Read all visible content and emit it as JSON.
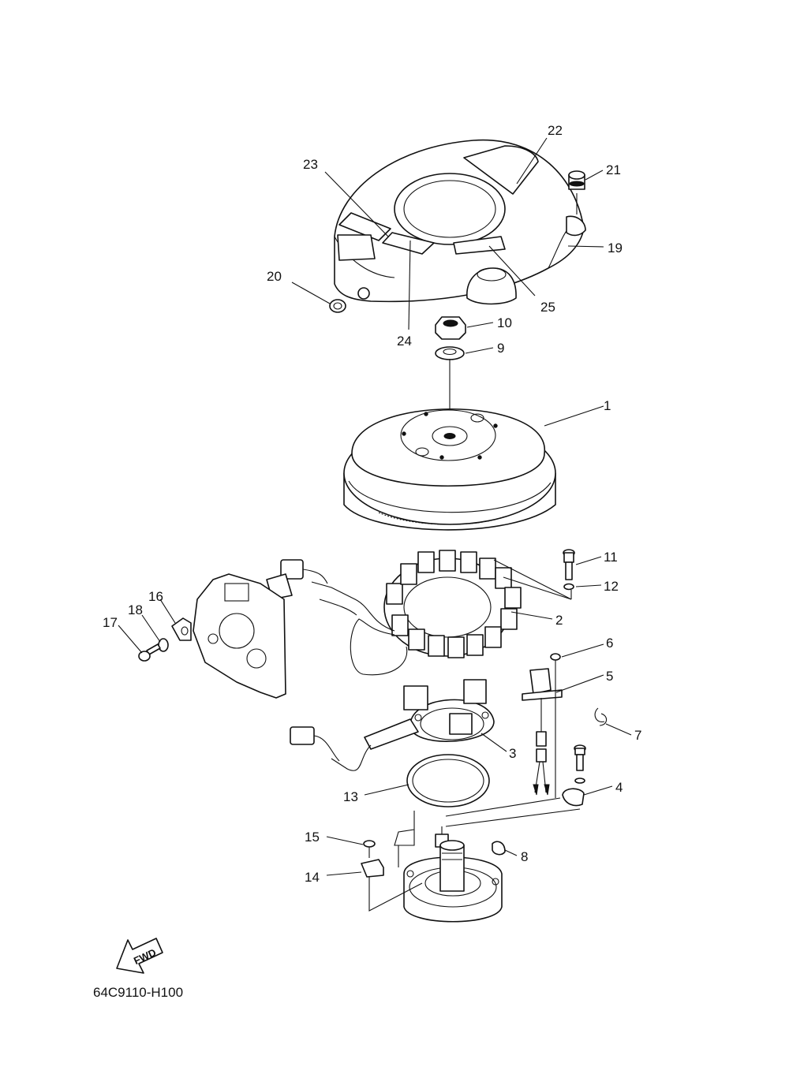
{
  "diagram": {
    "code": "64C9110-H100",
    "fwd_label": "FWD",
    "callouts": [
      {
        "id": "1",
        "text": "1"
      },
      {
        "id": "2",
        "text": "2"
      },
      {
        "id": "3",
        "text": "3"
      },
      {
        "id": "4",
        "text": "4"
      },
      {
        "id": "5",
        "text": "5"
      },
      {
        "id": "6",
        "text": "6"
      },
      {
        "id": "7",
        "text": "7"
      },
      {
        "id": "8",
        "text": "8"
      },
      {
        "id": "9",
        "text": "9"
      },
      {
        "id": "10",
        "text": "10"
      },
      {
        "id": "11",
        "text": "11"
      },
      {
        "id": "12",
        "text": "12"
      },
      {
        "id": "13",
        "text": "13"
      },
      {
        "id": "14",
        "text": "14"
      },
      {
        "id": "15",
        "text": "15"
      },
      {
        "id": "16",
        "text": "16"
      },
      {
        "id": "17",
        "text": "17"
      },
      {
        "id": "18",
        "text": "18"
      },
      {
        "id": "19",
        "text": "19"
      },
      {
        "id": "20",
        "text": "20"
      },
      {
        "id": "21",
        "text": "21"
      },
      {
        "id": "22",
        "text": "22"
      },
      {
        "id": "23",
        "text": "23"
      },
      {
        "id": "24",
        "text": "24"
      },
      {
        "id": "25",
        "text": "25"
      }
    ]
  }
}
